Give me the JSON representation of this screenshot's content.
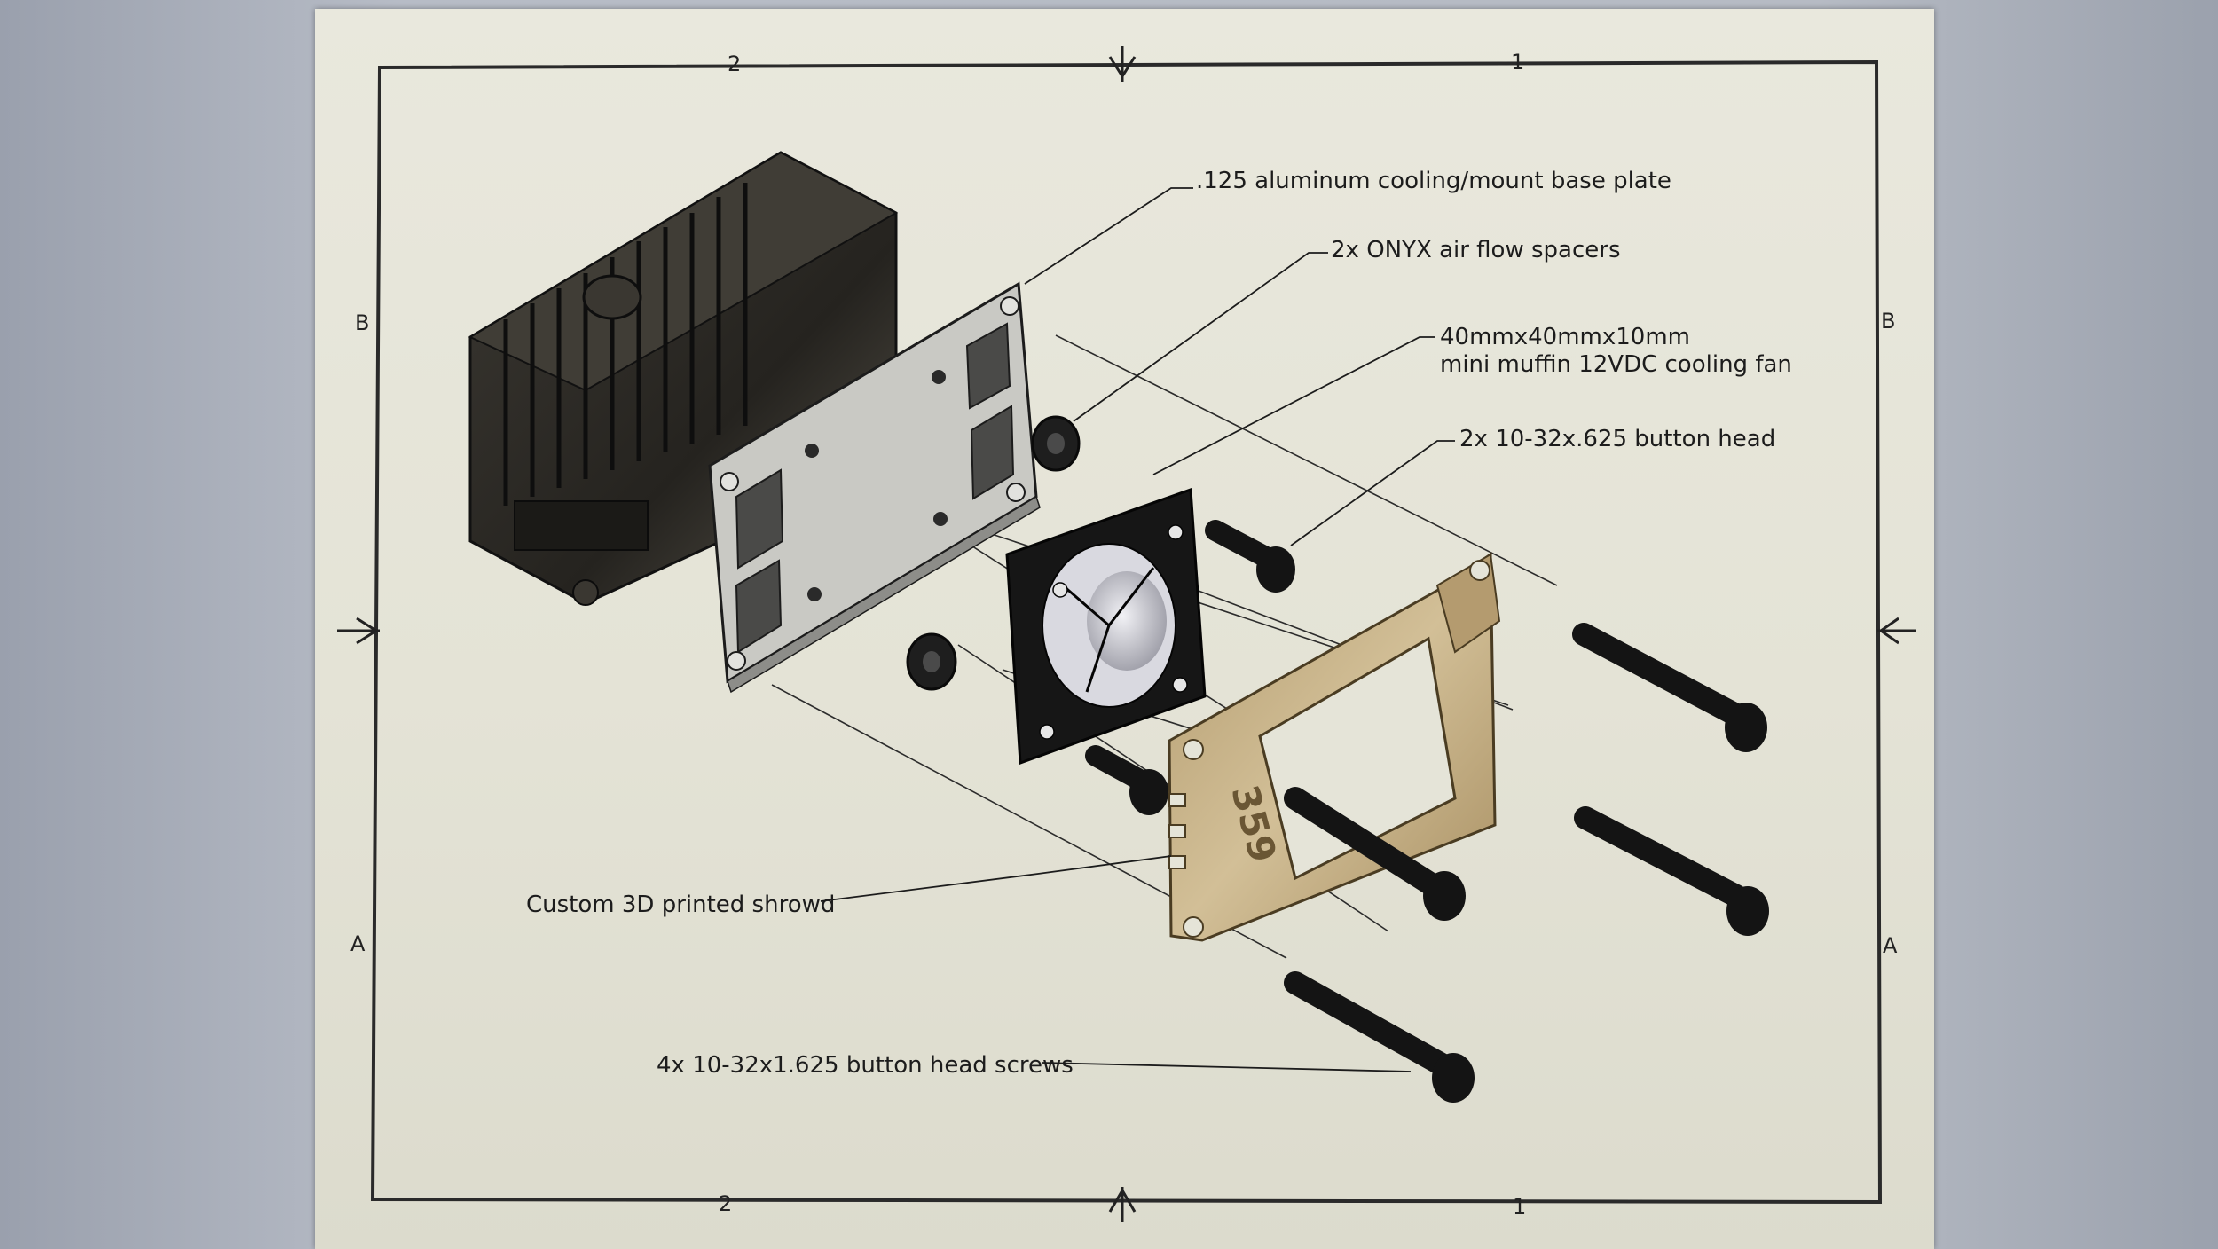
{
  "drawing": {
    "zones": {
      "top_left": "2",
      "top_right": "1",
      "bottom_left": "2",
      "bottom_right": "1",
      "left_upper": "B",
      "right_upper": "B",
      "left_lower": "A",
      "right_lower": "A"
    },
    "part_marking": "359",
    "callouts": {
      "base_plate": ".125 aluminum cooling/mount base plate",
      "spacers": "2x ONYX air flow spacers",
      "fan_line1": "40mmx40mmx10mm",
      "fan_line2": "mini muffin 12VDC cooling fan",
      "button_head": "2x 10-32x.625 button head",
      "shroud": "Custom 3D printed shrowd",
      "screws": "4x 10-32x1.625 button head screws"
    }
  },
  "colors": {
    "paper": "#e6e5d8",
    "border": "#2a2a2a",
    "plate": "#c9c9c4",
    "housing": "#2b2925",
    "shroud": "#c8b38a",
    "fan": "#161616",
    "screw": "#141414"
  }
}
